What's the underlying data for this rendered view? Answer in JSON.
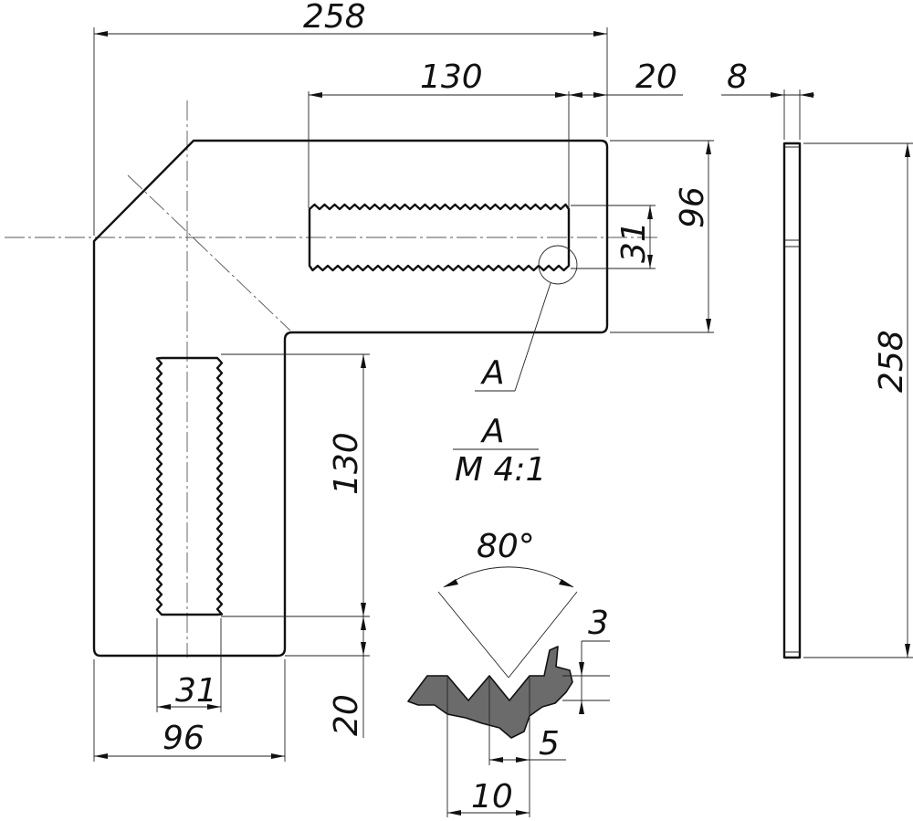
{
  "dimensions": {
    "overall_width": "258",
    "slot_length_top": "130",
    "edge_offset_top": "20",
    "thickness": "8",
    "arm_width_right": "96",
    "slot_width_top": "31",
    "slot_length_left": "130",
    "slot_width_left": "31",
    "arm_width_bottom": "96",
    "edge_offset_bottom": "20",
    "side_height": "258"
  },
  "detail": {
    "callout_letter": "A",
    "view_label": "A",
    "view_scale": "M 4:1",
    "tooth_angle": "80°",
    "tooth_depth": "3",
    "tooth_half_pitch": "5",
    "tooth_pitch": "10"
  }
}
